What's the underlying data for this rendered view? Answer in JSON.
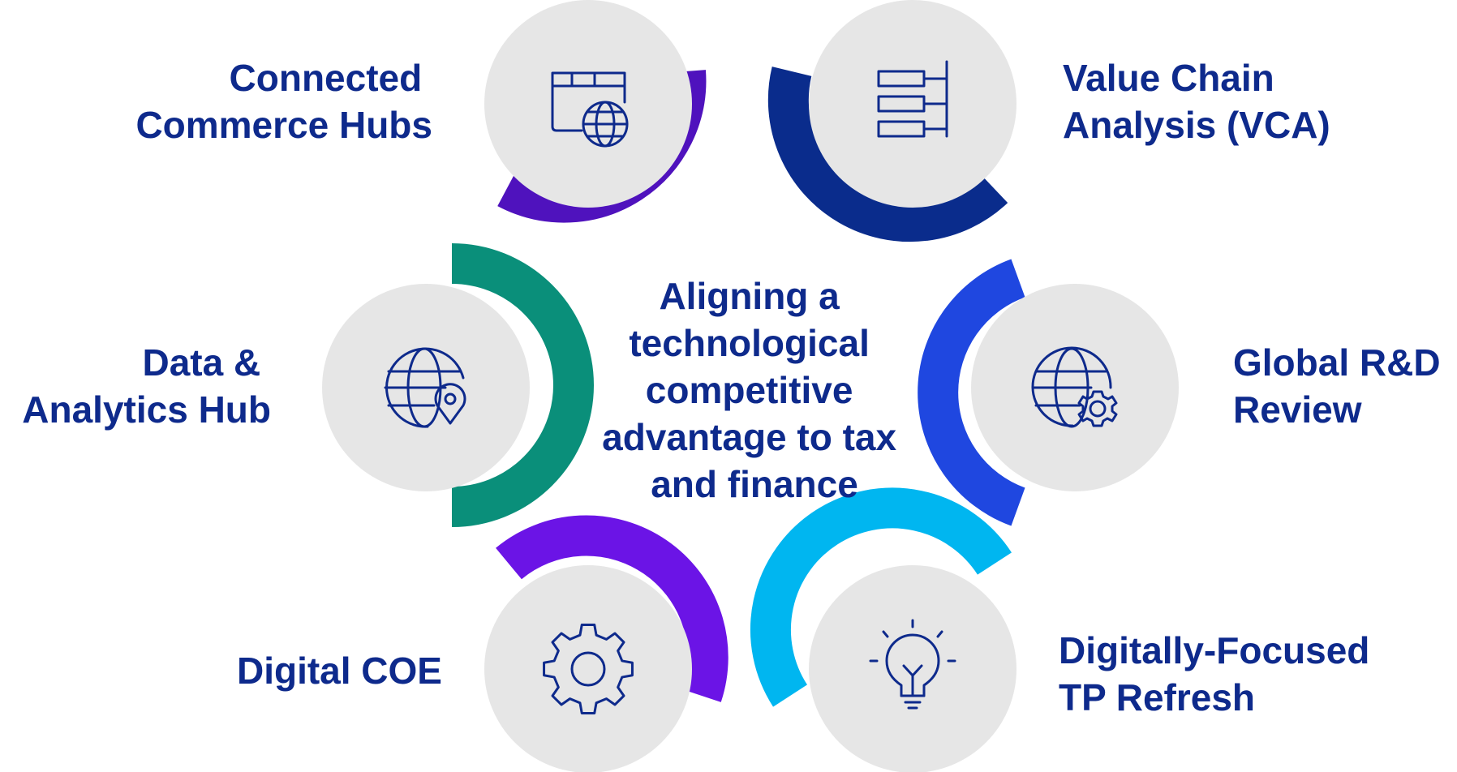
{
  "center": {
    "lines": [
      "Aligning a",
      "technological",
      "competitive",
      "advantage to tax",
      "and finance"
    ]
  },
  "nodes": [
    {
      "lines": [
        "Connected",
        "Commerce Hubs"
      ],
      "icon": "browser-globe-icon",
      "accent": "#4f12bd"
    },
    {
      "lines": [
        "Value Chain",
        "Analysis (VCA)"
      ],
      "icon": "hierarchy-bars-icon",
      "accent": "#0a2c8c"
    },
    {
      "lines": [
        "Global R&D",
        "Review"
      ],
      "icon": "globe-gear-icon",
      "accent": "#1f47e0"
    },
    {
      "lines": [
        "Digitally-Focused",
        "TP Refresh"
      ],
      "icon": "lightbulb-icon",
      "accent": "#00b6f0"
    },
    {
      "lines": [
        "Digital COE"
      ],
      "icon": "gear-icon",
      "accent": "#6b14e6"
    },
    {
      "lines": [
        "Data &",
        "Analytics Hub"
      ],
      "icon": "globe-pin-icon",
      "accent": "#0a8f7a"
    }
  ],
  "colors": {
    "text": "#0e2a8c",
    "circle": "#e6e6e6",
    "icon": "#0e2a8c"
  }
}
